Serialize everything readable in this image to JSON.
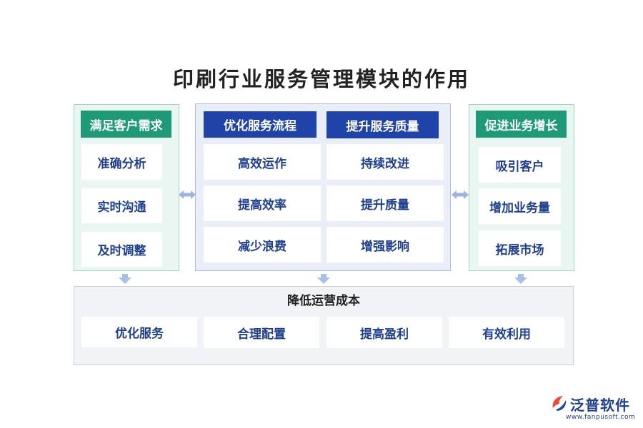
{
  "title": "印刷行业服务管理模块的作用",
  "left": {
    "header": "满足客户需求",
    "items": [
      "准确分析",
      "实时沟通",
      "及时调整"
    ]
  },
  "center": {
    "columns": [
      {
        "header": "优化服务流程",
        "items": [
          "高效运作",
          "提高效率",
          "减少浪费"
        ]
      },
      {
        "header": "提升服务质量",
        "items": [
          "持续改进",
          "提升质量",
          "增强影响"
        ]
      }
    ]
  },
  "right": {
    "header": "促进业务增长",
    "items": [
      "吸引客户",
      "增加业务量",
      "拓展市场"
    ]
  },
  "bottom": {
    "title": "降低运营成本",
    "items": [
      "优化服务",
      "合理配置",
      "提高盈利",
      "有效利用"
    ]
  },
  "logo": {
    "name": "泛普软件",
    "url": "www.fanpusoft.com",
    "icon": "fanpu-logo-icon"
  },
  "colors": {
    "green": "#1e9a78",
    "blue": "#1f43a8",
    "text_blue": "#1f3f8f"
  }
}
